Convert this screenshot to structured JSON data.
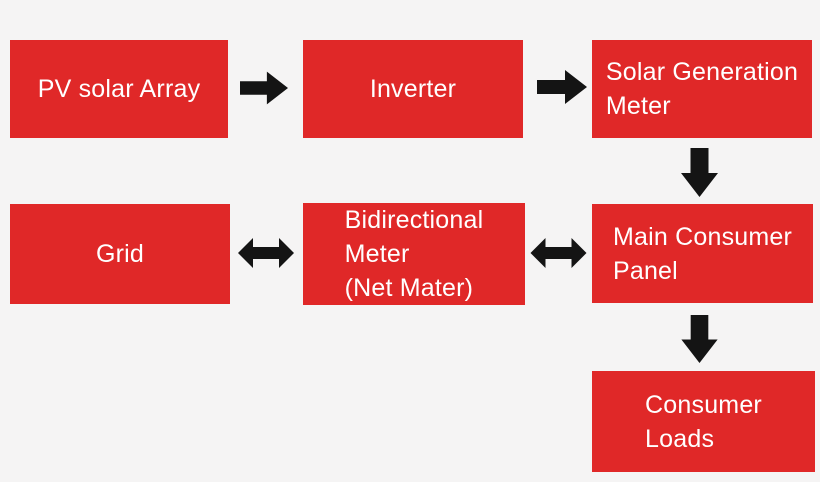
{
  "colors": {
    "box-fill": "#e02828",
    "box-text": "#ffffff",
    "arrow": "#141414",
    "background": "#f5f4f4"
  },
  "nodes": [
    {
      "id": "pv-solar-array",
      "label": "PV solar Array"
    },
    {
      "id": "inverter",
      "label": "Inverter"
    },
    {
      "id": "solar-gen-meter",
      "label": "Solar Generation\nMeter"
    },
    {
      "id": "grid",
      "label": "Grid"
    },
    {
      "id": "bidirectional-meter",
      "label": "Bidirectional\nMeter\n(Net Mater)"
    },
    {
      "id": "main-consumer-panel",
      "label": "Main Consumer\nPanel"
    },
    {
      "id": "consumer-loads",
      "label": "Consumer\nLoads"
    }
  ],
  "edges": [
    {
      "from": "pv-solar-array",
      "to": "inverter",
      "direction": "right"
    },
    {
      "from": "inverter",
      "to": "solar-gen-meter",
      "direction": "right"
    },
    {
      "from": "solar-gen-meter",
      "to": "main-consumer-panel",
      "direction": "down"
    },
    {
      "from": "grid",
      "to": "bidirectional-meter",
      "direction": "both"
    },
    {
      "from": "bidirectional-meter",
      "to": "main-consumer-panel",
      "direction": "both"
    },
    {
      "from": "main-consumer-panel",
      "to": "consumer-loads",
      "direction": "down"
    }
  ]
}
